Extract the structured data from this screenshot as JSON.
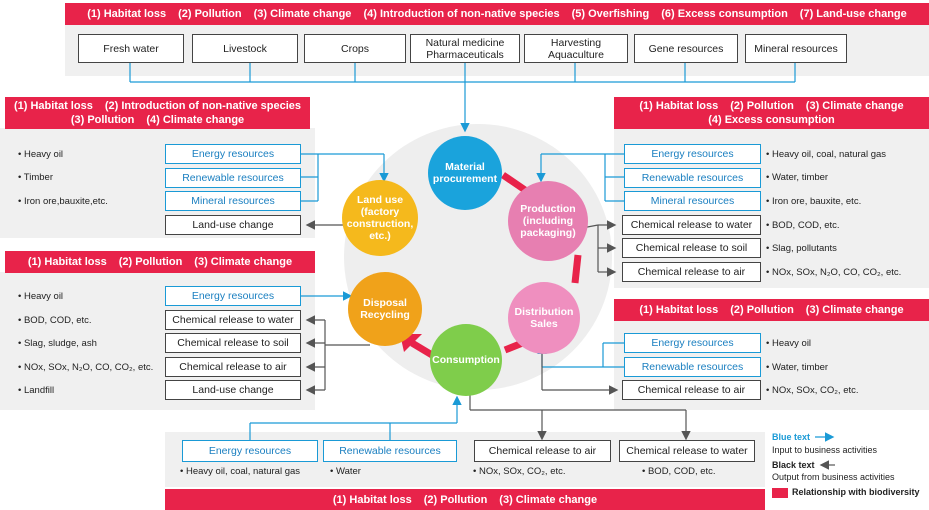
{
  "top_bar": [
    "(1) Habitat loss",
    "(2) Pollution",
    "(3) Climate change",
    "(4) Introduction of non-native species",
    "(5) Overfishing",
    "(6) Excess consumption",
    "(7) Land-use change"
  ],
  "top_resources": [
    "Fresh water",
    "Livestock",
    "Crops",
    "Natural medicine Pharmaceuticals",
    "Harvesting Aquaculture",
    "Gene resources",
    "Mineral resources"
  ],
  "circles": {
    "material": "Material procurement",
    "production": "Production (including packaging)",
    "distribution": "Distribution Sales",
    "consumption": "Consumption",
    "disposal": "Disposal Recycling",
    "landuse": "Land use (factory construction, etc.)"
  },
  "landuse": {
    "bar": [
      "(1) Habitat loss",
      "(2) Introduction of non-native species",
      "(3) Pollution",
      "(4) Climate change"
    ],
    "labels": [
      "• Heavy oil",
      "• Timber",
      "• Iron ore,bauxite,etc."
    ],
    "inputs": [
      "Energy resources",
      "Renewable resources",
      "Mineral resources"
    ],
    "output": "Land-use change"
  },
  "production": {
    "bar": [
      "(1) Habitat loss",
      "(2) Pollution",
      "(3) Climate change",
      "(4) Excess consumption"
    ],
    "inputs": [
      "Energy resources",
      "Renewable resources",
      "Mineral resources"
    ],
    "outputs": [
      "Chemical release to water",
      "Chemical release to soil",
      "Chemical release to air"
    ],
    "labels": [
      "• Heavy oil, coal, natural gas",
      "• Water, timber",
      "• Iron ore, bauxite, etc.",
      "• BOD, COD, etc.",
      "• Slag, pollutants",
      "• NOx, SOx, N₂O, CO, CO₂, etc."
    ]
  },
  "disposal": {
    "bar": [
      "(1) Habitat loss",
      "(2) Pollution",
      "(3) Climate change"
    ],
    "labels": [
      "• Heavy oil",
      "• BOD, COD, etc.",
      "• Slag, sludge, ash",
      "• NOx, SOx, N₂O, CO, CO₂, etc.",
      "• Landfill"
    ],
    "input": "Energy resources",
    "outputs": [
      "Chemical release to water",
      "Chemical release to soil",
      "Chemical release to air",
      "Land-use change"
    ]
  },
  "distribution": {
    "bar": [
      "(1) Habitat loss",
      "(2) Pollution",
      "(3) Climate change"
    ],
    "inputs": [
      "Energy resources",
      "Renewable resources"
    ],
    "output": "Chemical release to air",
    "labels": [
      "• Heavy oil",
      "• Water, timber",
      "• NOx, SOx, CO₂, etc."
    ]
  },
  "consumption": {
    "bar": [
      "(1) Habitat loss",
      "(2) Pollution",
      "(3) Climate change"
    ],
    "inputs": [
      "Energy resources",
      "Renewable resources"
    ],
    "outputs": [
      "Chemical release to air",
      "Chemical release to water"
    ],
    "labels": [
      "• Heavy oil, coal, natural gas",
      "• Water",
      "• NOx, SOx, CO₂, etc.",
      "• BOD, COD, etc."
    ]
  },
  "legend": {
    "blue_title": "Blue text",
    "blue_desc": "Input to business activities",
    "black_title": "Black text",
    "black_desc": "Output from business activities",
    "red_desc": "Relationship with biodiversity"
  },
  "colors": {
    "red": "#e8234a",
    "blue": "#1a9ad6",
    "material": "#1aa3dc",
    "production": "#e77fb1",
    "distribution": "#ef8fbf",
    "consumption": "#7fcd4b",
    "disposal": "#f0a21a",
    "landuse": "#f5b91c"
  }
}
